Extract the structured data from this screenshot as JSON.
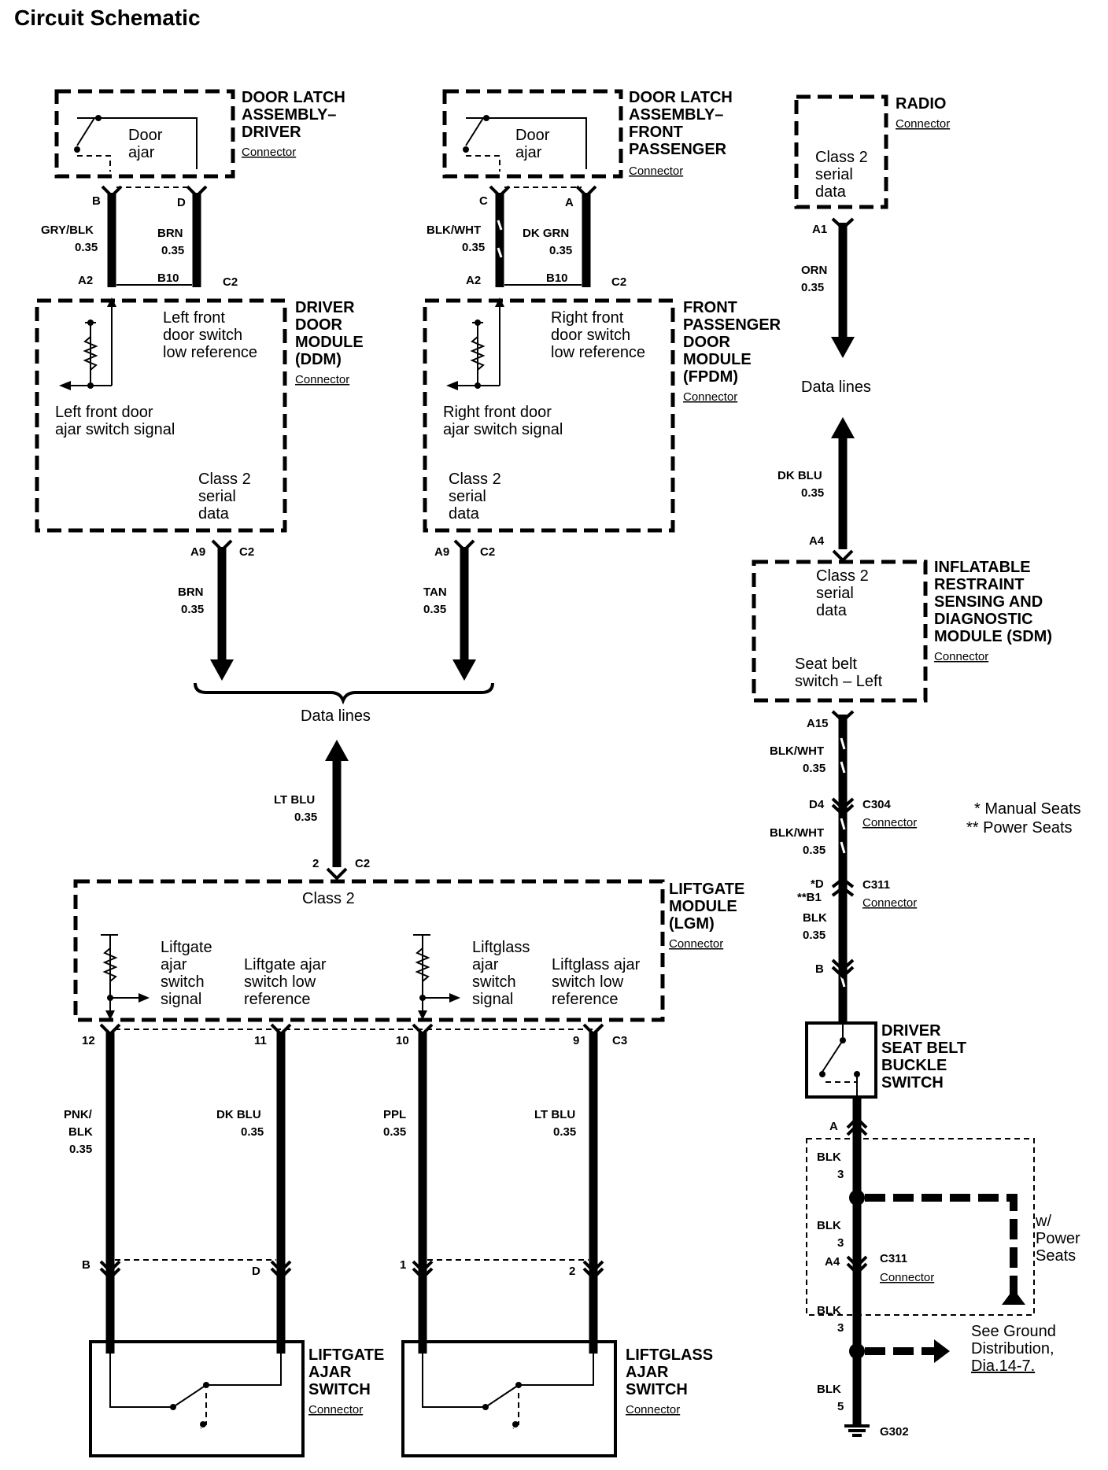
{
  "page": {
    "title": "Circuit Schematic"
  },
  "common": {
    "connector": "Connector",
    "gauge": "0.35",
    "data_lines": "Data lines"
  },
  "door_latch_driver": {
    "name_lines": [
      "DOOR LATCH",
      "ASSEMBLY–",
      "DRIVER"
    ],
    "switch_label": [
      "Door",
      "ajar"
    ],
    "pins": [
      "B",
      "D"
    ]
  },
  "door_latch_passenger": {
    "name_lines": [
      "DOOR LATCH",
      "ASSEMBLY–",
      "FRONT",
      "PASSENGER"
    ],
    "switch_label": [
      "Door",
      "ajar"
    ],
    "pins": [
      "C",
      "A"
    ]
  },
  "radio": {
    "name": "RADIO",
    "inner": [
      "Class 2",
      "serial",
      "data"
    ],
    "pin": "A1"
  },
  "driver_door_wires": [
    {
      "color": "GRY/BLK",
      "gauge": "0.35"
    },
    {
      "color": "BRN",
      "gauge": "0.35"
    }
  ],
  "passenger_door_wires": [
    {
      "color": "BLK/WHT",
      "gauge": "0.35"
    },
    {
      "color": "DK GRN",
      "gauge": "0.35"
    }
  ],
  "ddm": {
    "name_lines": [
      "DRIVER",
      "DOOR",
      "MODULE",
      "(DDM)"
    ],
    "top_pins": [
      "A2",
      "B10",
      "C2"
    ],
    "low_ref": [
      "Left front",
      "door switch",
      "low reference"
    ],
    "signal": [
      "Left front door",
      "ajar switch signal"
    ],
    "class2": [
      "Class 2",
      "serial",
      "data"
    ],
    "bottom_pins": [
      "A9",
      "C2"
    ]
  },
  "fpdm": {
    "name_lines": [
      "FRONT",
      "PASSENGER",
      "DOOR",
      "MODULE",
      "(FPDM)"
    ],
    "top_pins": [
      "A2",
      "B10",
      "C2"
    ],
    "low_ref": [
      "Right front",
      "door switch",
      "low reference"
    ],
    "signal": [
      "Right front door",
      "ajar switch signal"
    ],
    "class2": [
      "Class 2",
      "serial",
      "data"
    ],
    "bottom_pins": [
      "A9",
      "C2"
    ]
  },
  "ddm_data_wire": {
    "color": "BRN",
    "gauge": "0.35"
  },
  "fpdm_data_wire": {
    "color": "TAN",
    "gauge": "0.35"
  },
  "radio_wire": {
    "color": "ORN",
    "gauge": "0.35"
  },
  "sdm_data_wire": {
    "color": "DK BLU",
    "gauge": "0.35",
    "pin": "A4"
  },
  "lgm_data_wire": {
    "color": "LT BLU",
    "gauge": "0.35",
    "pins": [
      "2",
      "C2"
    ]
  },
  "sdm": {
    "name_lines": [
      "INFLATABLE",
      "RESTRAINT",
      "SENSING AND",
      "DIAGNOSTIC",
      "MODULE (SDM)"
    ],
    "class2": [
      "Class 2",
      "serial",
      "data"
    ],
    "seatbelt": [
      "Seat belt",
      "switch – Left"
    ],
    "pin": "A15"
  },
  "seatbelt_circuit": {
    "wire1": {
      "color": "BLK/WHT",
      "gauge": "0.35"
    },
    "c304": {
      "pin": "D4",
      "name": "C304"
    },
    "wire2": {
      "color": "BLK/WHT",
      "gauge": "0.35"
    },
    "c311": {
      "pins": [
        "*D",
        "**B1"
      ],
      "name": "C311"
    },
    "wire3": {
      "color": "BLK",
      "gauge": "0.35"
    },
    "switch_pin": "B"
  },
  "legend": [
    "* Manual Seats",
    "** Power Seats"
  ],
  "buckle_switch": {
    "name_lines": [
      "DRIVER",
      "SEAT BELT",
      "BUCKLE",
      "SWITCH"
    ]
  },
  "ground_circuit": {
    "pin_a": "A",
    "wire1": {
      "color": "BLK",
      "gauge": "3"
    },
    "wire2": {
      "color": "BLK",
      "gauge": "3"
    },
    "c311": {
      "pin": "A4",
      "name": "C311"
    },
    "wire3": {
      "color": "BLK",
      "gauge": "3"
    },
    "wire4": {
      "color": "BLK",
      "gauge": "5"
    },
    "power_seats": [
      "w/",
      "Power",
      "Seats"
    ],
    "see_ground": [
      "See Ground",
      "Distribution,",
      "Dia.14-7."
    ],
    "ground": "G302"
  },
  "lgm": {
    "name_lines": [
      "LIFTGATE",
      "MODULE",
      "(LGM)"
    ],
    "class2": "Class 2",
    "liftgate_signal": [
      "Liftgate",
      "ajar",
      "switch",
      "signal"
    ],
    "liftgate_low": [
      "Liftgate ajar",
      "switch low",
      "reference"
    ],
    "liftglass_signal": [
      "Liftglass",
      "ajar",
      "switch",
      "signal"
    ],
    "liftglass_low": [
      "Liftglass ajar",
      "switch low",
      "reference"
    ],
    "pins": [
      "12",
      "11",
      "10",
      "9",
      "C3"
    ]
  },
  "lgm_wires": [
    {
      "color": [
        "PNK/",
        "BLK"
      ],
      "gauge": "0.35"
    },
    {
      "color": [
        "DK BLU"
      ],
      "gauge": "0.35"
    },
    {
      "color": [
        "PPL"
      ],
      "gauge": "0.35"
    },
    {
      "color": [
        "LT BLU"
      ],
      "gauge": "0.35"
    }
  ],
  "liftgate_switch": {
    "name_lines": [
      "LIFTGATE",
      "AJAR",
      "SWITCH"
    ],
    "pins": [
      "B",
      "D"
    ]
  },
  "liftglass_switch": {
    "name_lines": [
      "LIFTGLASS",
      "AJAR",
      "SWITCH"
    ],
    "pins": [
      "1",
      "2"
    ]
  }
}
